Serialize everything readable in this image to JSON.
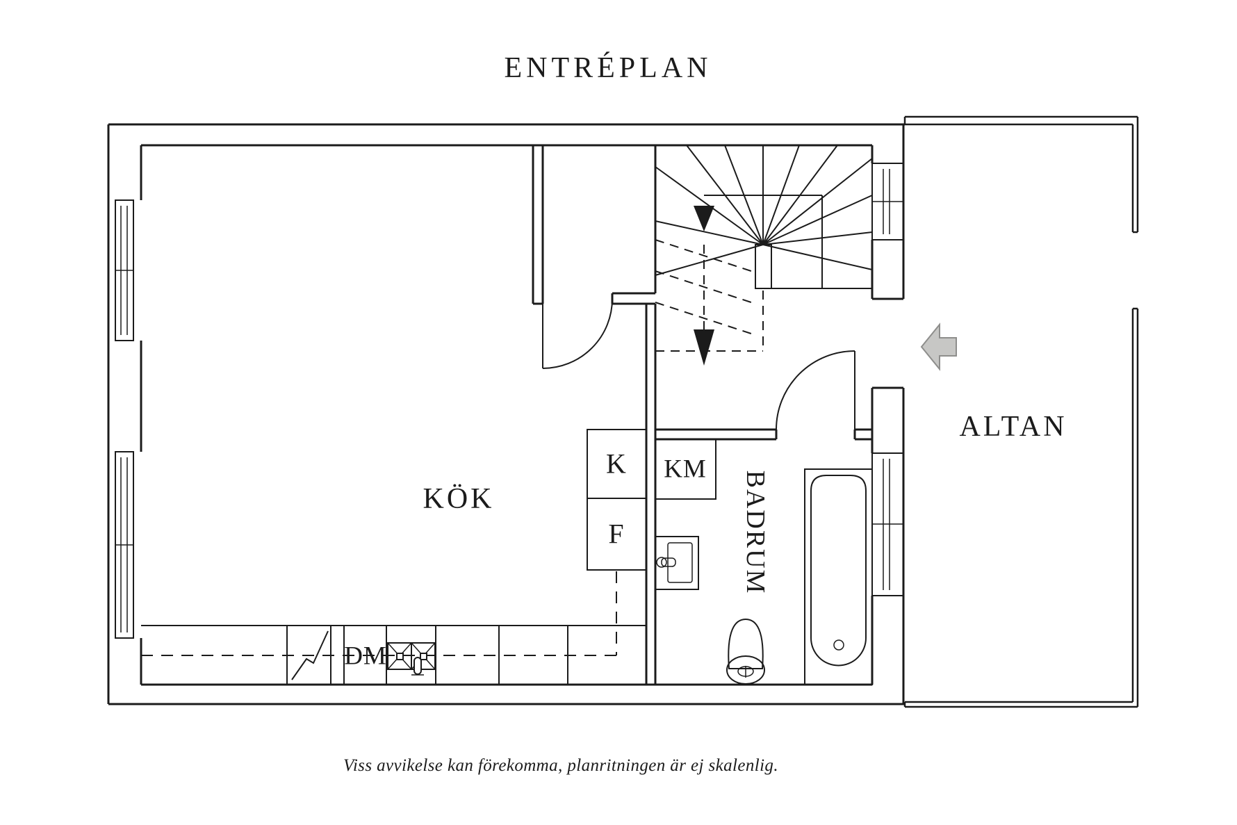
{
  "title": "ENTRÉPLAN",
  "caption": "Viss avvikelse kan förekomma, planritningen är ej skalenlig.",
  "rooms": {
    "kitchen": "KÖK",
    "bathroom": "BADRUM",
    "terrace": "ALTAN"
  },
  "appliances": {
    "fridge": "K",
    "freezer": "F",
    "washing_machine": "KM",
    "dishwasher": "DM"
  },
  "colors": {
    "line": "#1b1b1b",
    "background": "#ffffff",
    "arrow-fill": "#c7c7c5",
    "arrow-stroke": "#8e8e8c"
  }
}
